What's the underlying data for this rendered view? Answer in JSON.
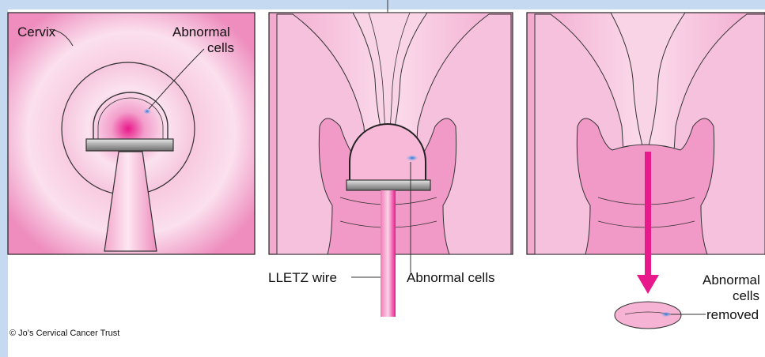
{
  "panel1": {
    "label_cervix": "Cervix",
    "label_abnormal_1": "Abnormal",
    "label_abnormal_2": "cells"
  },
  "panel2": {
    "label_wire": "LLETZ wire",
    "label_abnormal": "Abnormal cells"
  },
  "panel3": {
    "label_line1": "Abnormal",
    "label_line2": "cells",
    "label_line3": "removed"
  },
  "copyright": "© Jo’s Cervical Cancer Trust",
  "colors": {
    "frame_blue": "#c5d9f0",
    "tissue_pink": "#f4b6d3",
    "deep_pink": "#e8198a",
    "cells_blue": "#1f6fd1"
  }
}
